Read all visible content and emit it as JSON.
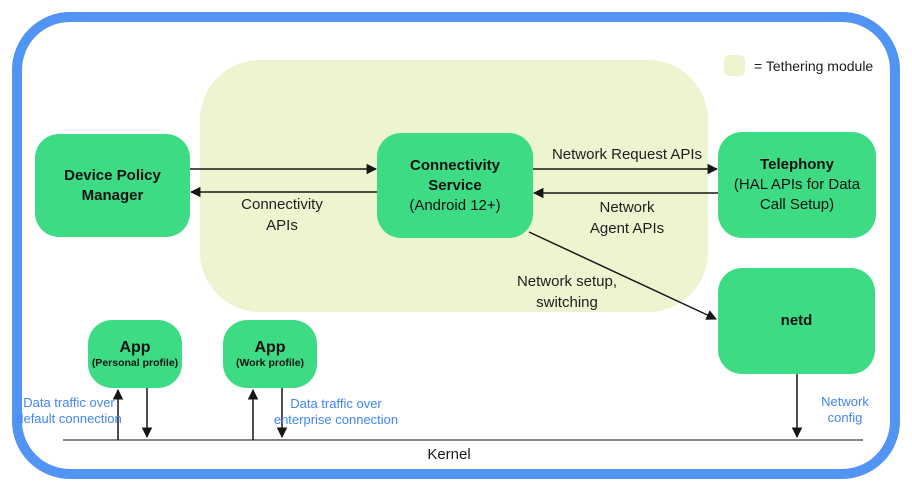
{
  "legend": {
    "label": "= Tethering module"
  },
  "nodes": {
    "device_policy_manager": {
      "title": "Device Policy\nManager"
    },
    "connectivity_service": {
      "title": "Connectivity\nService",
      "subtitle": "(Android 12+)"
    },
    "telephony": {
      "title": "Telephony",
      "subtitle": "(HAL APIs for Data\nCall Setup)"
    },
    "netd": {
      "title": "netd"
    },
    "app_personal": {
      "title": "App",
      "subtitle": "(Personal profile)"
    },
    "app_work": {
      "title": "App",
      "subtitle": "(Work profile)"
    }
  },
  "edge_labels": {
    "connectivity_apis": "Connectivity\nAPIs",
    "network_request_apis": "Network Request APIs",
    "network_agent_apis": "Network\nAgent APIs",
    "network_setup_switching": "Network setup,\nswitching",
    "data_traffic_default": "Data traffic over\ndefault connection",
    "data_traffic_enterprise": "Data traffic over\nenterprise connection",
    "network_config": "Network\nconfig"
  },
  "kernel": {
    "label": "Kernel"
  },
  "colors": {
    "node_green": "#3ddc84",
    "tethering_bg": "#edf4d0",
    "frame_blue": "#5294f3",
    "link_blue": "#4285f4"
  }
}
